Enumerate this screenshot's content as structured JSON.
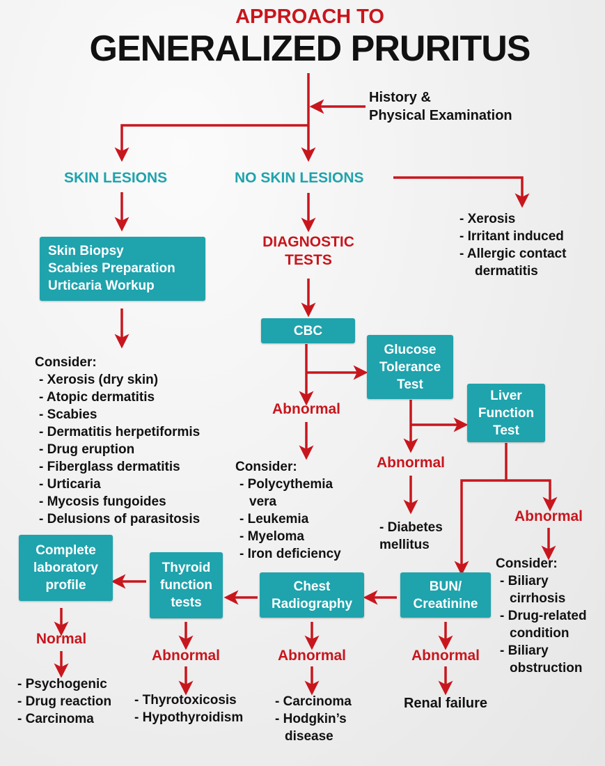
{
  "title": {
    "line1": "APPROACH TO",
    "line2": "GENERALIZED PRURITUS"
  },
  "history": {
    "line1": "History &",
    "line2": "Physical Examination"
  },
  "skin_lesions": {
    "label": "SKIN LESIONS",
    "box": [
      "Skin Biopsy",
      "Scabies Preparation",
      "Urticaria Workup"
    ],
    "consider_label": "Consider:",
    "consider": [
      "- Xerosis (dry skin)",
      "- Atopic dermatitis",
      "- Scabies",
      "- Dermatitis herpetiformis",
      "- Drug eruption",
      "- Fiberglass dermatitis",
      "- Urticaria",
      "- Mycosis fungoides",
      "- Delusions of parasitosis"
    ]
  },
  "no_skin_lesions": {
    "label": "NO SKIN LESIONS",
    "side_list": [
      "- Xerosis",
      "- Irritant induced",
      "- Allergic contact",
      "dermatitis"
    ],
    "diagnostic": [
      "DIAGNOSTIC",
      "TESTS"
    ]
  },
  "cbc": {
    "box": "CBC",
    "result": "Abnormal",
    "consider_label": "Consider:",
    "consider": [
      "- Polycythemia",
      "vera",
      "- Leukemia",
      "- Myeloma",
      "- Iron deficiency"
    ]
  },
  "glucose": {
    "box": [
      "Glucose",
      "Tolerance",
      "Test"
    ],
    "result": "Abnormal",
    "consider": [
      "- Diabetes",
      "mellitus"
    ]
  },
  "liver": {
    "box": [
      "Liver",
      "Function",
      "Test"
    ],
    "result": "Abnormal",
    "consider_label": "Consider:",
    "consider": [
      "- Biliary",
      "cirrhosis",
      "- Drug-related",
      "condition",
      "- Biliary",
      "obstruction"
    ]
  },
  "bun": {
    "box": [
      "BUN/",
      "Creatinine"
    ],
    "result": "Abnormal",
    "consider": [
      "Renal failure"
    ]
  },
  "chest": {
    "box": [
      "Chest",
      "Radiography"
    ],
    "result": "Abnormal",
    "consider": [
      "- Carcinoma",
      "- Hodgkin’s",
      "disease"
    ]
  },
  "thyroid": {
    "box": [
      "Thyroid",
      "function",
      "tests"
    ],
    "result": "Abnormal",
    "consider": [
      "- Thyrotoxicosis",
      "- Hypothyroidism"
    ]
  },
  "complete": {
    "box": [
      "Complete",
      "laboratory",
      "profile"
    ],
    "result": "Normal",
    "consider": [
      "- Psychogenic",
      "- Drug reaction",
      "- Carcinoma"
    ]
  },
  "colors": {
    "teal": "#1fa3ad",
    "red": "#c8161d",
    "text": "#111111"
  }
}
